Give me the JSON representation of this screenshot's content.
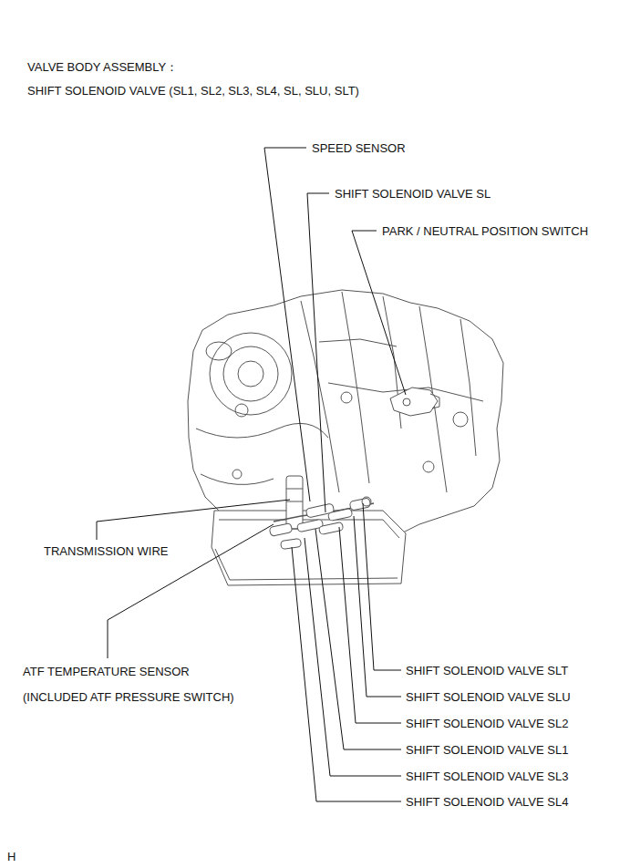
{
  "diagram": {
    "labels": [
      "VALVE BODY ASSEMBLY：",
      "SHIFT SOLENOID VALVE (SL1, SL2, SL3, SL4, SL, SLU, SLT)",
      "SPEED SENSOR",
      "SHIFT SOLENOID VALVE SL",
      "PARK / NEUTRAL POSITION SWITCH",
      "TRANSMISSION WIRE",
      "ATF TEMPERATURE SENSOR",
      "(INCLUDED ATF PRESSURE SWITCH)",
      "SHIFT SOLENOID VALVE SLT",
      "SHIFT SOLENOID VALVE SLU",
      "SHIFT SOLENOID VALVE SL2",
      "SHIFT SOLENOID VALVE SL1",
      "SHIFT SOLENOID VALVE SL3",
      "SHIFT SOLENOID VALVE SL4",
      "H"
    ]
  }
}
